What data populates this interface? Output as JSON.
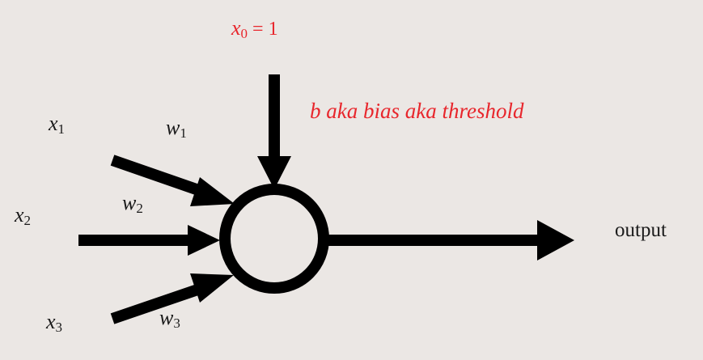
{
  "diagram": {
    "bias_input": {
      "var": "x",
      "sub": "0",
      "eq": " = 1"
    },
    "bias_caption": "b aka bias aka threshold",
    "inputs": [
      {
        "var": "x",
        "sub": "1"
      },
      {
        "var": "x",
        "sub": "2"
      },
      {
        "var": "x",
        "sub": "3"
      }
    ],
    "weights": [
      {
        "var": "w",
        "sub": "1"
      },
      {
        "var": "w",
        "sub": "2"
      },
      {
        "var": "w",
        "sub": "3"
      }
    ],
    "output_label": "output",
    "colors": {
      "background": "#ebe7e4",
      "ink": "#000000",
      "accent": "#e8262c"
    }
  }
}
